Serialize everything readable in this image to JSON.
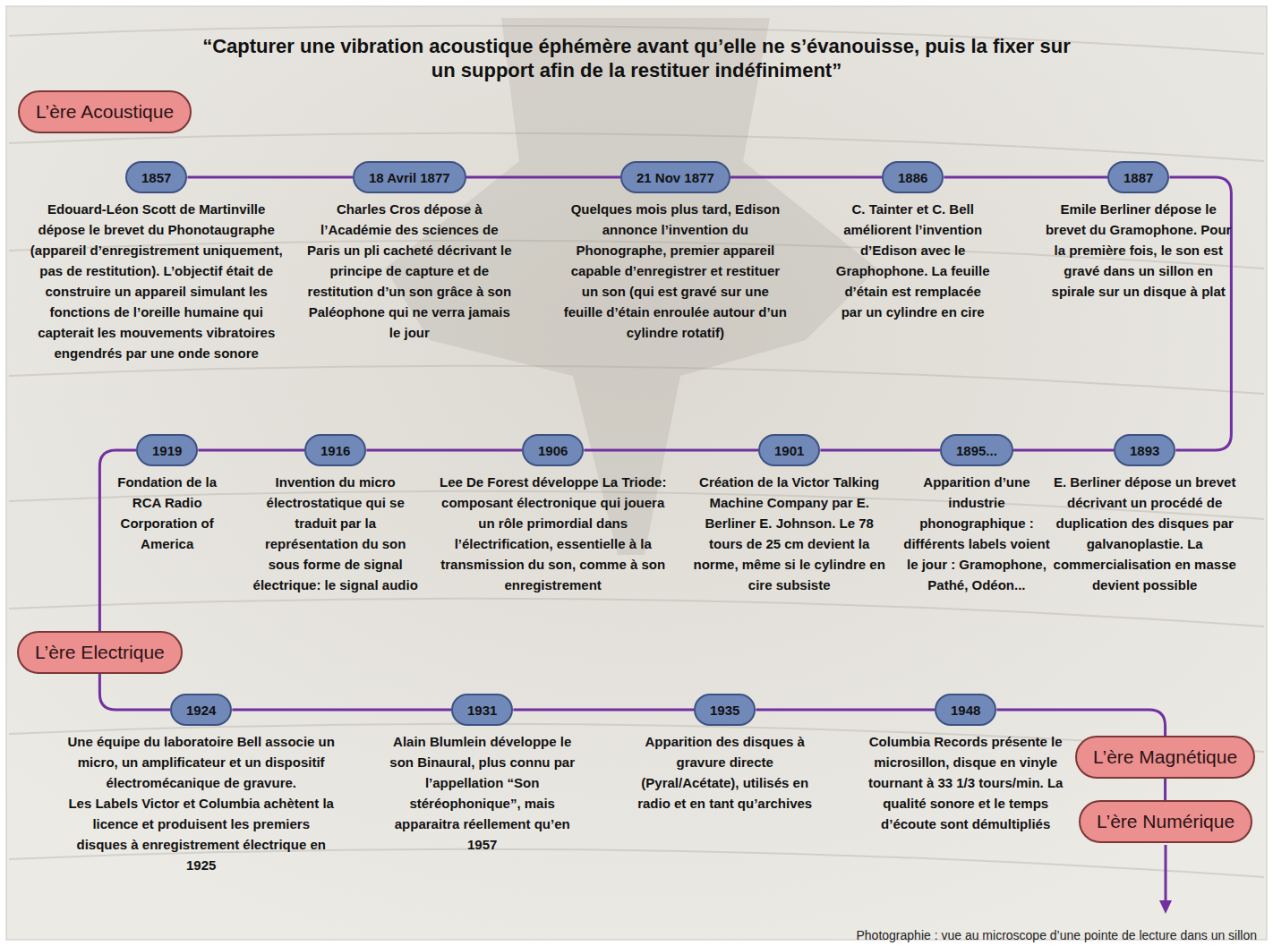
{
  "diagram": {
    "title": "“Capturer une vibration acoustique éphémère avant qu’elle ne s’évanouisse, puis la fixer sur un support afin de la restituer indéfiniment”",
    "caption": "Photographie : vue au microscope d’une pointe de lecture dans un sillon",
    "nodes": [
      {
        "text": [
          "L’ère Acoustique"
        ]
      },
      {
        "text": [
          "1857",
          "Edouard-Léon Scott de Martinville dépose le brevet du Phonotaugraphe (appareil d’enregistrement uniquement, pas de restitution). L’objectif était de construire un appareil simulant les fonctions de l’oreille humaine qui capterait les mouvements vibratoires engendrés par une onde sonore"
        ]
      },
      {
        "text": [
          "18 Avril 1877",
          "Charles Cros dépose à l’Académie des sciences de Paris un pli cacheté décrivant le principe de capture et de restitution d’un son grâce à son Paléophone qui ne verra jamais le jour"
        ]
      },
      {
        "text": [
          "21 Nov 1877",
          "Quelques mois plus tard, Edison annonce l’invention du Phonographe, premier appareil capable d’enregistrer et restituer un son (qui est gravé sur une feuille d’étain enroulée autour d’un cylindre rotatif)"
        ]
      },
      {
        "text": [
          "1886",
          "C. Tainter et C. Bell améliorent l’invention d’Edison avec le Graphophone. La feuille d’étain est remplacée par un cylindre en cire"
        ]
      },
      {
        "text": [
          "1887",
          "Emile Berliner dépose le brevet du Gramophone. Pour la première fois, le son est gravé dans un sillon en spirale sur un disque à plat"
        ]
      },
      {
        "text": [
          "1893",
          "E. Berliner dépose un brevet décrivant un procédé de duplication des disques par galvanoplastie. La commercialisation en masse devient possible"
        ]
      },
      {
        "text": [
          "1895...",
          "Apparition d’une industrie phonographique : différents labels voient le jour : Gramophone, Pathé, Odéon..."
        ]
      },
      {
        "text": [
          "1901",
          "Création de la Victor Talking Machine Company par E. Berliner E. Johnson. Le 78 tours de 25 cm devient la norme, même si le cylindre en cire subsiste"
        ]
      },
      {
        "text": [
          "1906",
          "Lee De Forest développe La Triode: composant électronique qui jouera un rôle primordial dans l’électrification, essentielle à la transmission du son, comme à son enregistrement"
        ]
      },
      {
        "text": [
          "1916",
          "Invention du micro électrostatique qui se traduit par la représentation du son sous forme de signal électrique: le signal audio"
        ]
      },
      {
        "text": [
          "1919",
          "Fondation de la RCA Radio Corporation of America"
        ]
      },
      {
        "text": [
          "L’ère Electrique"
        ]
      },
      {
        "text": [
          "1924",
          "Une équipe du laboratoire Bell associe un micro, un amplificateur et un dispositif électromécanique de gravure.",
          "Les Labels Victor et Columbia achètent la licence et produisent les premiers disques à enregistrement électrique en 1925"
        ]
      },
      {
        "text": [
          "1931",
          "Alain Blumlein développe le son Binaural, plus connu par l’appellation “Son stéréophonique”, mais apparaitra réellement qu’en 1957"
        ]
      },
      {
        "text": [
          "1935",
          "Apparition des disques à gravure directe (Pyral/Acétate), utilisés en radio et en tant qu’archives"
        ]
      },
      {
        "text": [
          "1948",
          "Columbia Records présente le microsillon, disque en vinyle tournant à 33 1/3 tours/min. La qualité sonore et le temps d’écoute sont démultipliés"
        ]
      },
      {
        "text": [
          "L’ère Magnétique"
        ]
      },
      {
        "text": [
          "L’ère Numérique"
        ]
      }
    ],
    "edges": [
      {
        "from": 1,
        "to": 2,
        "arrow": "none"
      },
      {
        "from": 2,
        "to": 3,
        "arrow": "none"
      },
      {
        "from": 3,
        "to": 4,
        "arrow": "none"
      },
      {
        "from": 4,
        "to": 5,
        "arrow": "none"
      },
      {
        "from": 5,
        "to": 6,
        "arrow": "none"
      },
      {
        "from": 6,
        "to": 7,
        "arrow": "none"
      },
      {
        "from": 7,
        "to": 8,
        "arrow": "none"
      },
      {
        "from": 8,
        "to": 9,
        "arrow": "none"
      },
      {
        "from": 9,
        "to": 10,
        "arrow": "none"
      },
      {
        "from": 10,
        "to": 11,
        "arrow": "none"
      },
      {
        "from": 11,
        "to": 12,
        "arrow": "none"
      },
      {
        "from": 12,
        "to": 13,
        "arrow": "none"
      },
      {
        "from": 13,
        "to": 14,
        "arrow": "none"
      },
      {
        "from": 14,
        "to": 15,
        "arrow": "none"
      },
      {
        "from": 15,
        "to": 16,
        "arrow": "none"
      },
      {
        "from": 16,
        "to": 17,
        "arrow": "none"
      },
      {
        "from": 17,
        "to": 18,
        "arrow": "none"
      }
    ]
  }
}
